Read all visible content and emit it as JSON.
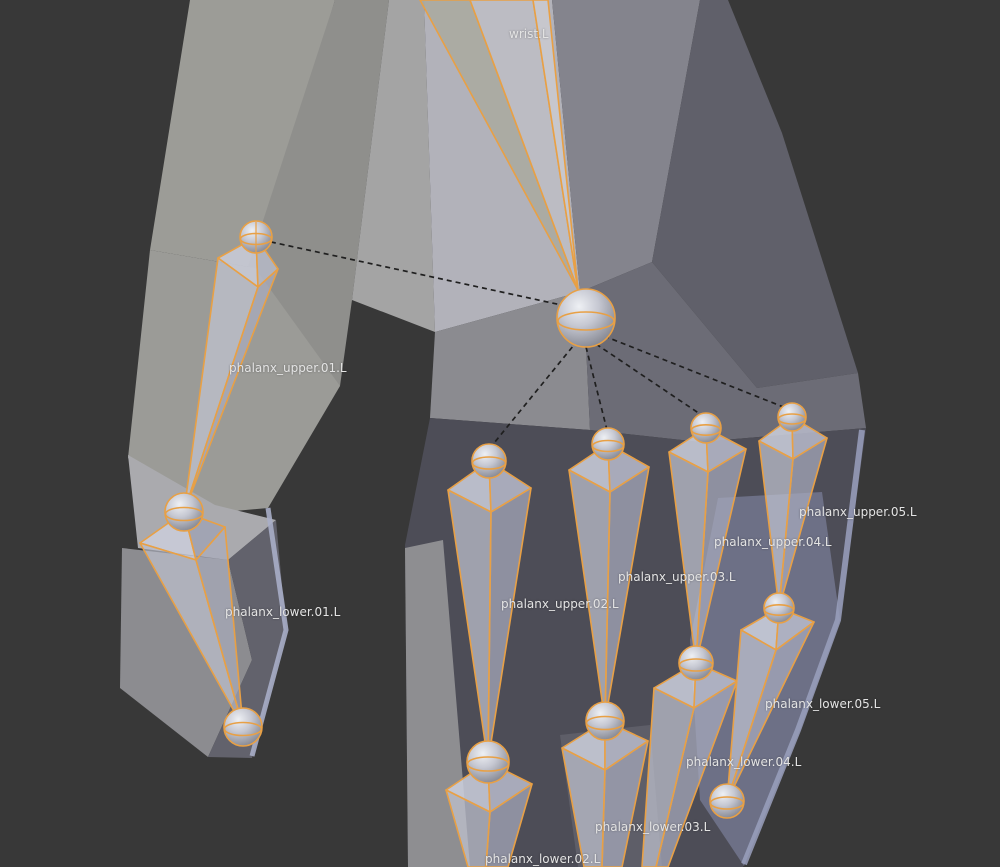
{
  "viewport": {
    "app": "blender-3d-viewport",
    "description": "Armature edit view: octahedral bones of a left hand over a semi-transparent low-poly hand mesh",
    "background_color": "#383838",
    "bone_wire_color": "#e8a045",
    "bone_fill_color": "#c2c4d2",
    "relationship_line_color": "#1f1f1f",
    "label_color": "#e4e4e4"
  },
  "bone_labels": {
    "wrist": "wrist.L",
    "upper01": "phalanx_upper.01.L",
    "lower01": "phalanx_lower.01.L",
    "upper02": "phalanx_upper.02.L",
    "lower02": "phalanx_lower.02.L",
    "upper03": "phalanx_upper.03.L",
    "lower03": "phalanx_lower.03.L",
    "upper04": "phalanx_upper.04.L",
    "lower04": "phalanx_lower.04.L",
    "upper05": "phalanx_upper.05.L",
    "lower05": "phalanx_lower.05.L"
  }
}
